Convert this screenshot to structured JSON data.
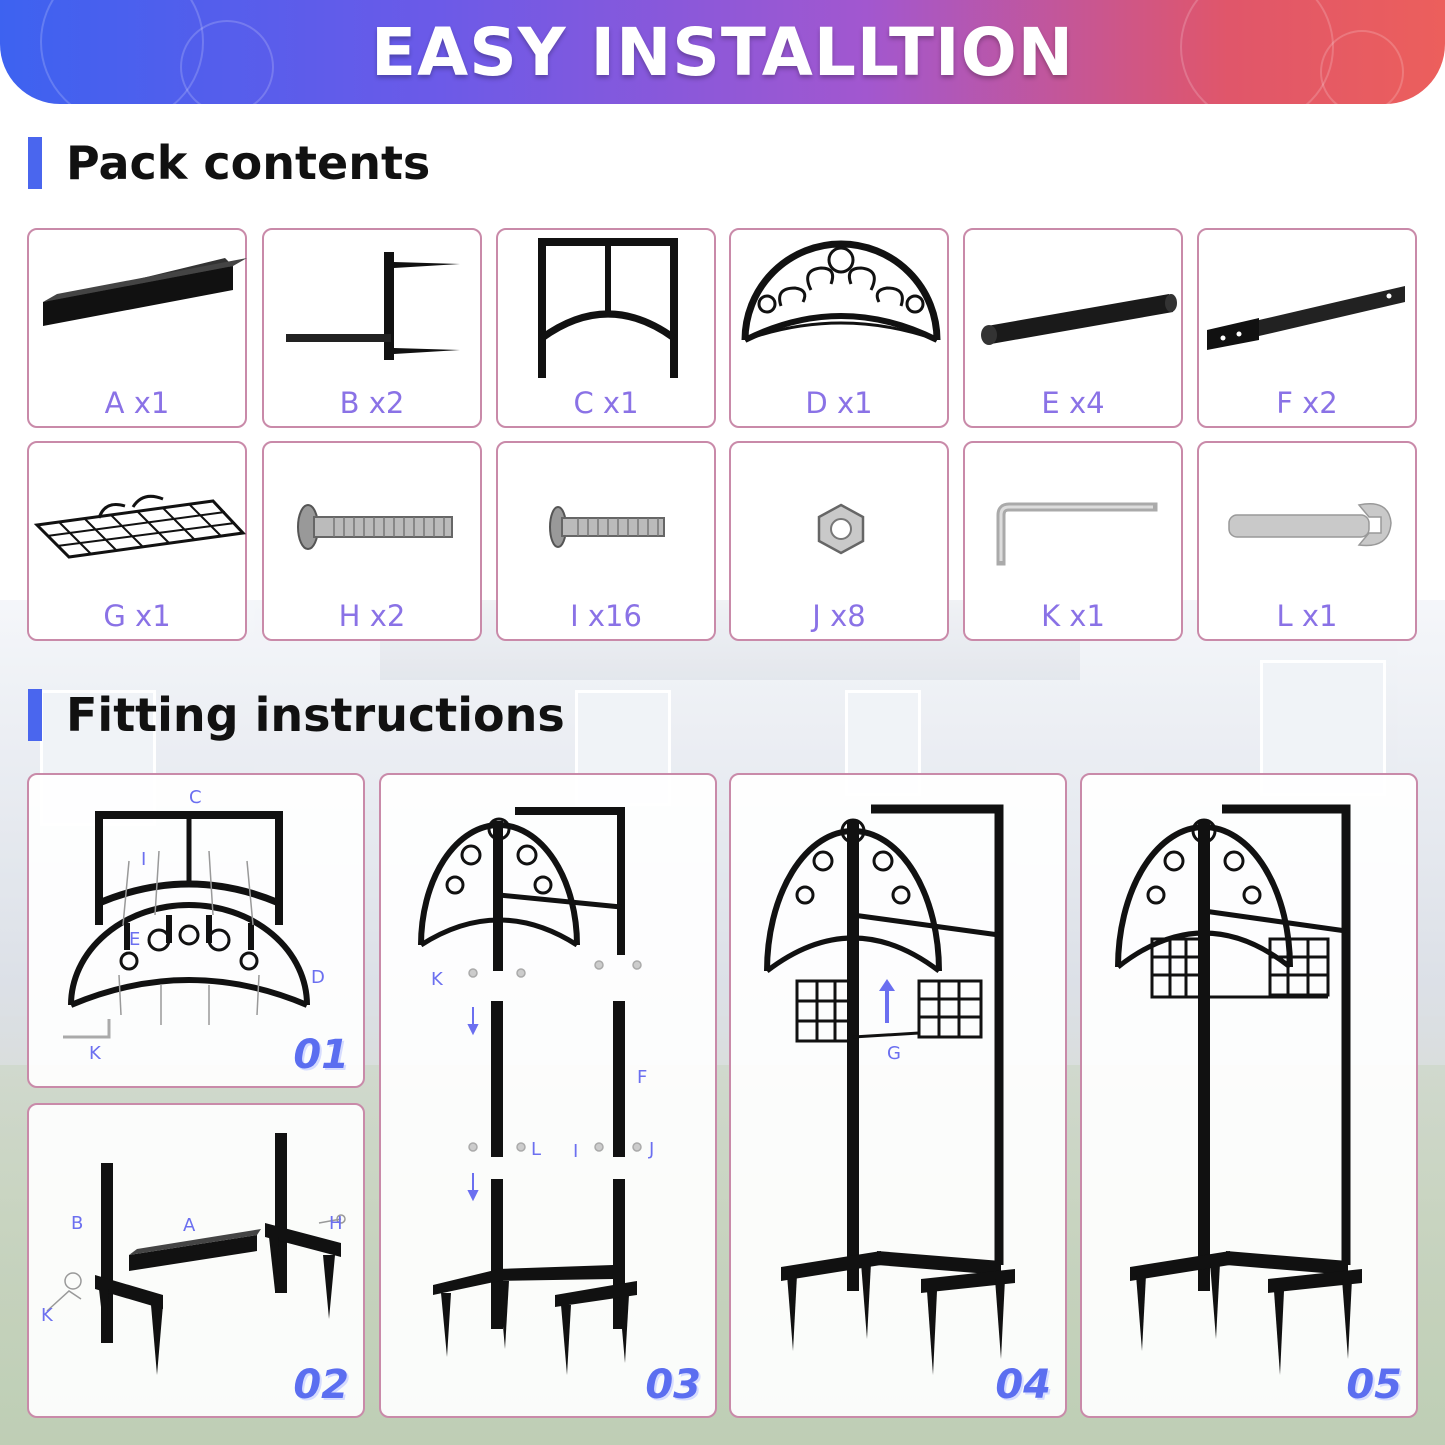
{
  "banner": {
    "title": "EASY INSTALLTION"
  },
  "sections": {
    "pack": "Pack contents",
    "fitting": "Fitting instructions"
  },
  "parts": [
    {
      "label": "A x1"
    },
    {
      "label": "B x2"
    },
    {
      "label": "C x1"
    },
    {
      "label": "D x1"
    },
    {
      "label": "E x4"
    },
    {
      "label": "F x2"
    },
    {
      "label": "G x1"
    },
    {
      "label": "H x2"
    },
    {
      "label": "I x16"
    },
    {
      "label": "J x8"
    },
    {
      "label": "K x1"
    },
    {
      "label": "L x1"
    }
  ],
  "steps": [
    {
      "number": "01",
      "labels": {
        "c": "C",
        "i": "I",
        "e": "E",
        "d": "D",
        "k": "K"
      }
    },
    {
      "number": "02",
      "labels": {
        "b": "B",
        "a": "A",
        "h": "H",
        "k": "K"
      }
    },
    {
      "number": "03",
      "labels": {
        "k": "K",
        "f": "F",
        "l": "L",
        "i": "I",
        "j": "J"
      }
    },
    {
      "number": "04",
      "labels": {
        "g": "G"
      }
    },
    {
      "number": "05",
      "labels": {}
    }
  ],
  "colors": {
    "accent": "#4a66ee",
    "border": "#c98aa9",
    "label": "#8a72e6"
  }
}
